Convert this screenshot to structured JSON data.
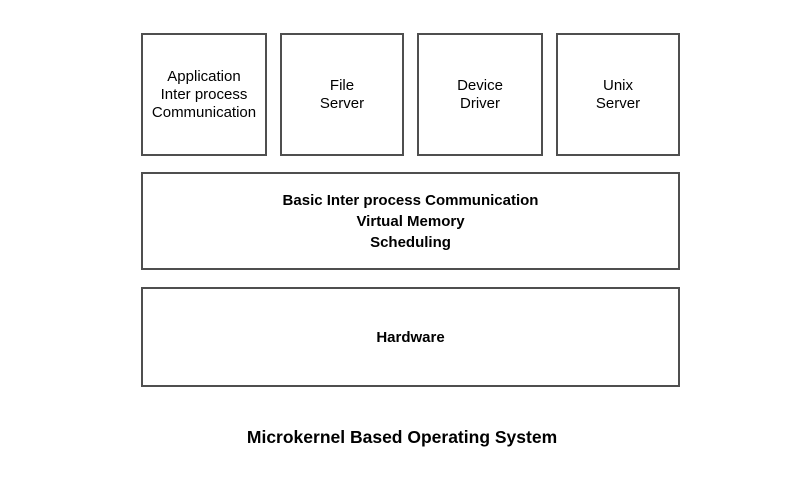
{
  "colors": {
    "background": "#ffffff",
    "border": "#4f4f4f",
    "text": "#000000"
  },
  "diagram": {
    "servers": [
      {
        "name": "application-ipc",
        "lines": [
          "Application",
          "Inter process",
          "Communication"
        ]
      },
      {
        "name": "file-server",
        "lines": [
          "File",
          "Server"
        ]
      },
      {
        "name": "device-driver",
        "lines": [
          "Device",
          "Driver"
        ]
      },
      {
        "name": "unix-server",
        "lines": [
          "Unix",
          "Server"
        ]
      }
    ],
    "microkernel": {
      "lines": [
        "Basic Inter process Communication",
        "Virtual Memory",
        "Scheduling"
      ]
    },
    "hardware": {
      "label": "Hardware"
    },
    "caption": "Microkernel Based Operating System"
  }
}
